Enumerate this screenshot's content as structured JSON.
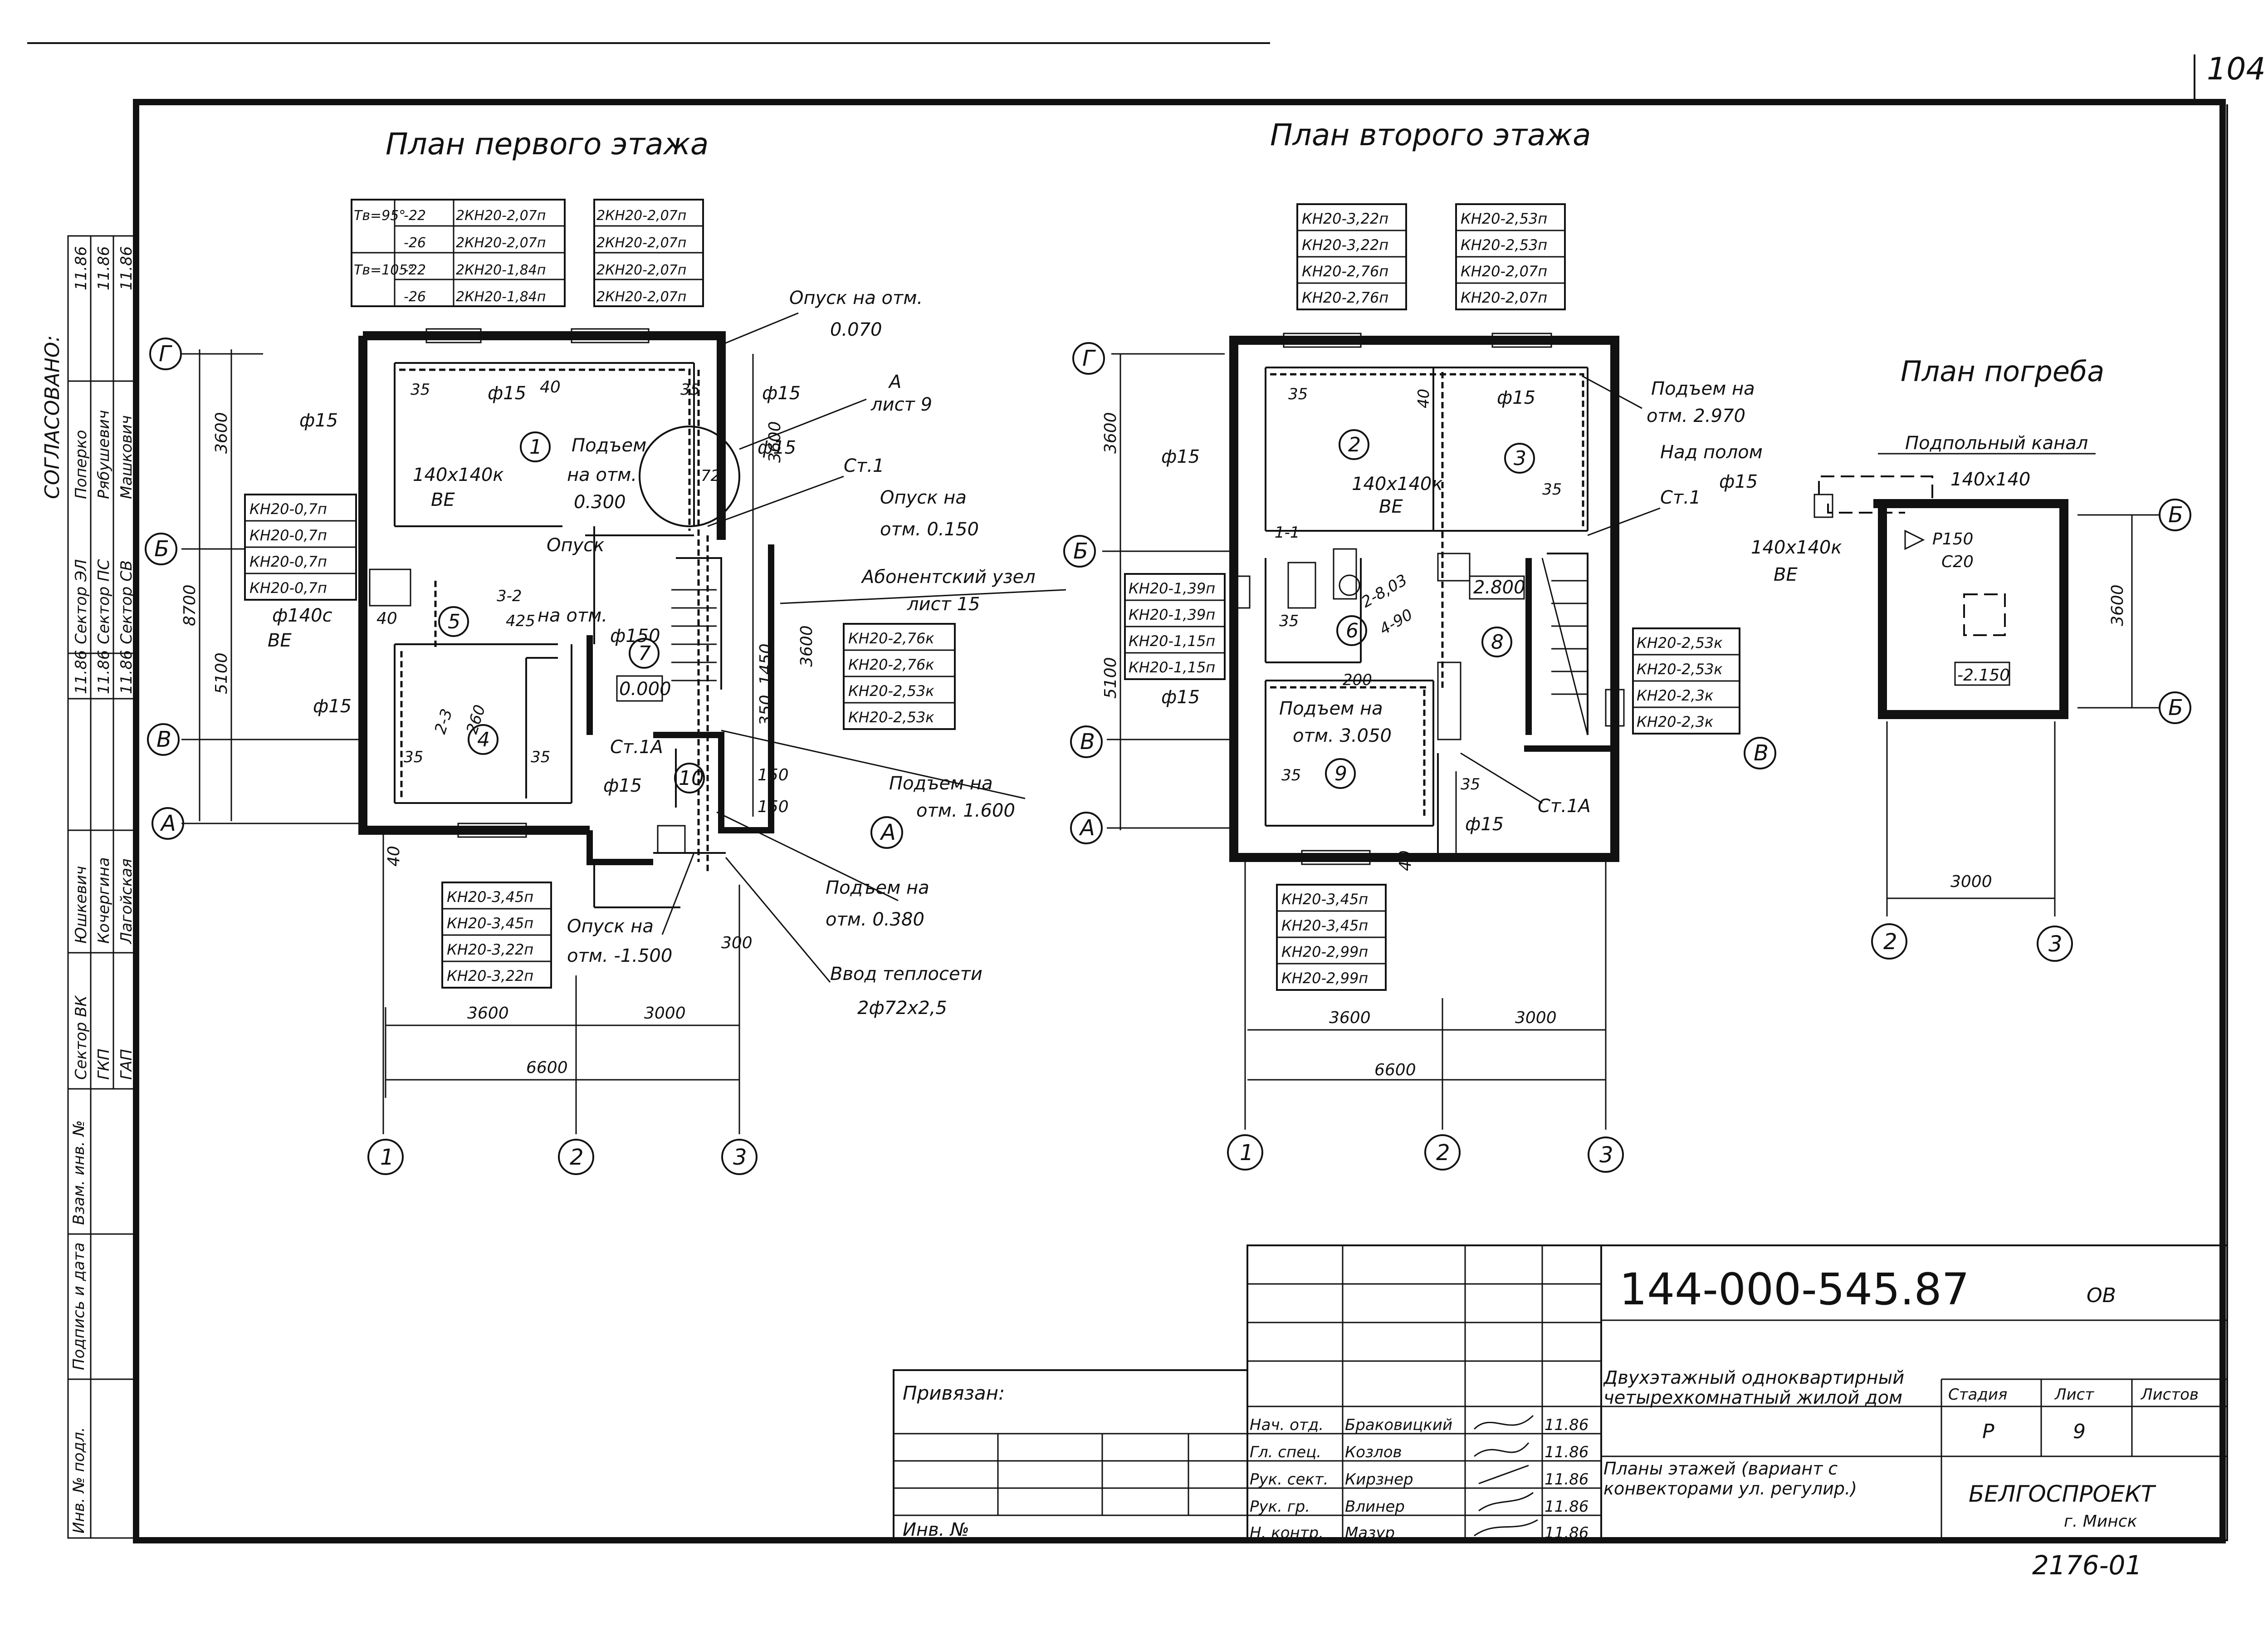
{
  "sheet": {
    "page_number": "104",
    "doc_code": "144-000-545.87",
    "doc_suffix": "ОВ",
    "bottom_note": "2176-01"
  },
  "titles": {
    "plan1": "План первого этажа",
    "plan2": "План второго этажа",
    "plan3": "План погреба"
  },
  "plan1": {
    "axis_rows": [
      "Г",
      "Б",
      "В",
      "А"
    ],
    "axis_cols": [
      "1",
      "2",
      "3"
    ],
    "dims": {
      "d3600a": "3600",
      "d5100": "5100",
      "d8700": "8700",
      "d3600b": "3600",
      "d3000": "3000",
      "d6600": "6600",
      "d3600r": "3600",
      "d3600r2": "3600",
      "d1450": "1450",
      "d350": "350",
      "d150a": "150",
      "d150b": "150",
      "d300": "300",
      "d40a": "40",
      "d40b": "40",
      "d40c": "40"
    },
    "rooms": [
      "1",
      "4",
      "5",
      "7",
      "10"
    ],
    "table_top": [
      [
        "Тв=95°",
        "-22",
        "2КН20-2,07п",
        "2КН20-2,07п"
      ],
      [
        "",
        "-26",
        "2КН20-2,07п",
        "2КН20-2,07п"
      ],
      [
        "Тв=105°",
        "-22",
        "2КН20-1,84п",
        "2КН20-2,07п"
      ],
      [
        "",
        "-26",
        "2КН20-1,84п",
        "2КН20-2,07п"
      ]
    ],
    "table_left": [
      "КН20-0,7п",
      "КН20-0,7п",
      "КН20-0,7п",
      "КН20-0,7п"
    ],
    "table_right": [
      "КН20-2,76к",
      "КН20-2,76к",
      "КН20-2,53к",
      "КН20-2,53к"
    ],
    "table_bottom": [
      "КН20-3,45п",
      "КН20-3,45п",
      "КН20-3,22п",
      "КН20-3,22п"
    ],
    "labels": {
      "opusk_top": "Опуск на отм.",
      "opusk_top_v": "0.070",
      "a_list": "А",
      "a_list2": "лист 9",
      "podjem1": "Подъем",
      "podjem1b": "на отм.",
      "podjem1c": "0.300",
      "st1": "Ст.1",
      "opusk2": "Опуск на",
      "opusk2b": "отм. 0.150",
      "abon": "Абонентский узел",
      "abon2": "лист 15",
      "d15a": "ф15",
      "d15b": "ф15",
      "d15c": "ф15",
      "d15d": "ф15",
      "d15e": "ф15",
      "vent": "140х140к",
      "vent2": "ВЕ",
      "d140": "ф140с",
      "d140b": "ВЕ",
      "opusk3": "Опуск",
      "opusk3b": "на отм.",
      "opusk3c": "ф150",
      "zero": "0.000",
      "st1a": "Ст.1А",
      "podjem2": "Подъем на",
      "podjem2b": "отм. 1.600",
      "podjem3": "Подъем на",
      "podjem3b": "отм. 0.380",
      "opusk4": "Опуск на",
      "opusk4b": "отм. -1.500",
      "vvod": "Ввод теплосети",
      "vvod2": "2ф72х2,5",
      "n35a": "35",
      "n35b": "35",
      "n35c": "35",
      "n35d": "35",
      "n72": "72",
      "l260": "260",
      "l425": "425",
      "l3_2": "3-2",
      "l2_3": "2-3"
    }
  },
  "plan2": {
    "axis_rows": [
      "Г",
      "Б",
      "В",
      "А"
    ],
    "axis_cols": [
      "1",
      "2",
      "3"
    ],
    "dims": {
      "d3600": "3600",
      "d5100": "5100",
      "d3600b": "3600",
      "d3000": "3000",
      "d6600": "6600",
      "d40": "40"
    },
    "rooms": [
      "2",
      "3",
      "6",
      "8",
      "9"
    ],
    "table_top_left": [
      "КН20-3,22п",
      "КН20-3,22п",
      "КН20-2,76п",
      "КН20-2,76п"
    ],
    "table_top_right": [
      "КН20-2,53п",
      "КН20-2,53п",
      "КН20-2,07п",
      "КН20-2,07п"
    ],
    "table_left": [
      "КН20-1,39п",
      "КН20-1,39п",
      "КН20-1,15п",
      "КН20-1,15п"
    ],
    "table_right": [
      "КН20-2,53к",
      "КН20-2,53к",
      "КН20-2,3к",
      "КН20-2,3к"
    ],
    "table_bottom": [
      "КН20-3,45п",
      "КН20-3,45п",
      "КН20-2,99п",
      "КН20-2,99п"
    ],
    "labels": {
      "podjem1": "Подъем на",
      "podjem1b": "отм. 2.970",
      "nadpol": "Над полом",
      "nadpol2": "ф15",
      "st1": "Ст.1",
      "st1a": "Ст.1А",
      "podjem2": "Подъем на",
      "podjem2b": "отм. 3.050",
      "d15a": "ф15",
      "d15b": "ф15",
      "d15c": "ф15",
      "d15d": "ф15",
      "vent": "140х140к",
      "vent2": "ВЕ",
      "level": "2.800",
      "l11": "1-1",
      "l2803": "2-8,03",
      "l4_90": "4-90",
      "l200": "200",
      "n35a": "35",
      "n35b": "35",
      "n35c": "35",
      "n35d": "35",
      "n35e": "35",
      "n40": "40"
    }
  },
  "plan3": {
    "axis_rows": [
      "Б",
      "Б"
    ],
    "axis_cols": [
      "2",
      "3"
    ],
    "dims": {
      "d3600": "3600",
      "d3000": "3000"
    },
    "labels": {
      "kanal": "Подпольный канал",
      "kanal2": "140х140",
      "vent": "140х140к",
      "vent2": "ВЕ",
      "p150": "Р150",
      "c20": "С20",
      "level": "-2.150"
    }
  },
  "side_stamp": {
    "title": "СОГЛАСОВАНО:",
    "rows": [
      [
        "Сектор ЭЛ",
        "Поперко",
        "11.86"
      ],
      [
        "Сектор ПС",
        "Рябушевич",
        "11.86"
      ],
      [
        "Сектор СВ",
        "Машкович",
        "11.86"
      ],
      [
        "Сектор ВК",
        "Юшкевич",
        "11.86"
      ],
      [
        "ГКП",
        "Кочергина",
        "11.86"
      ],
      [
        "ГАП",
        "Лагойская",
        "11.86"
      ]
    ],
    "extra_col": [
      "Взам. инв. №",
      "Подпись и дата",
      "Инв. № подл."
    ]
  },
  "title_block": {
    "privyazan": "Привязан:",
    "inv": "Инв. №",
    "roles": [
      "Нач. отд.",
      "Гл. спец.",
      "Рук. сект.",
      "Рук. гр.",
      "Н. контр."
    ],
    "names": [
      "Браковицкий",
      "Козлов",
      "Кирзнер",
      "Влинер",
      "Мазур"
    ],
    "dates": [
      "11.86",
      "11.86",
      "11.86",
      "11.86",
      "11.86"
    ],
    "project_title": "Двухэтажный одноквартирный четырехкомнатный жилой дом",
    "sheet_title": "Планы этажей (вариант с конвекторами ул. регулир.)",
    "stage_h": "Стадия",
    "sheet_h": "Лист",
    "sheets_h": "Листов",
    "stage": "Р",
    "sheet": "9",
    "org": "БЕЛГОСПРОЕКТ",
    "city": "г. Минск"
  }
}
